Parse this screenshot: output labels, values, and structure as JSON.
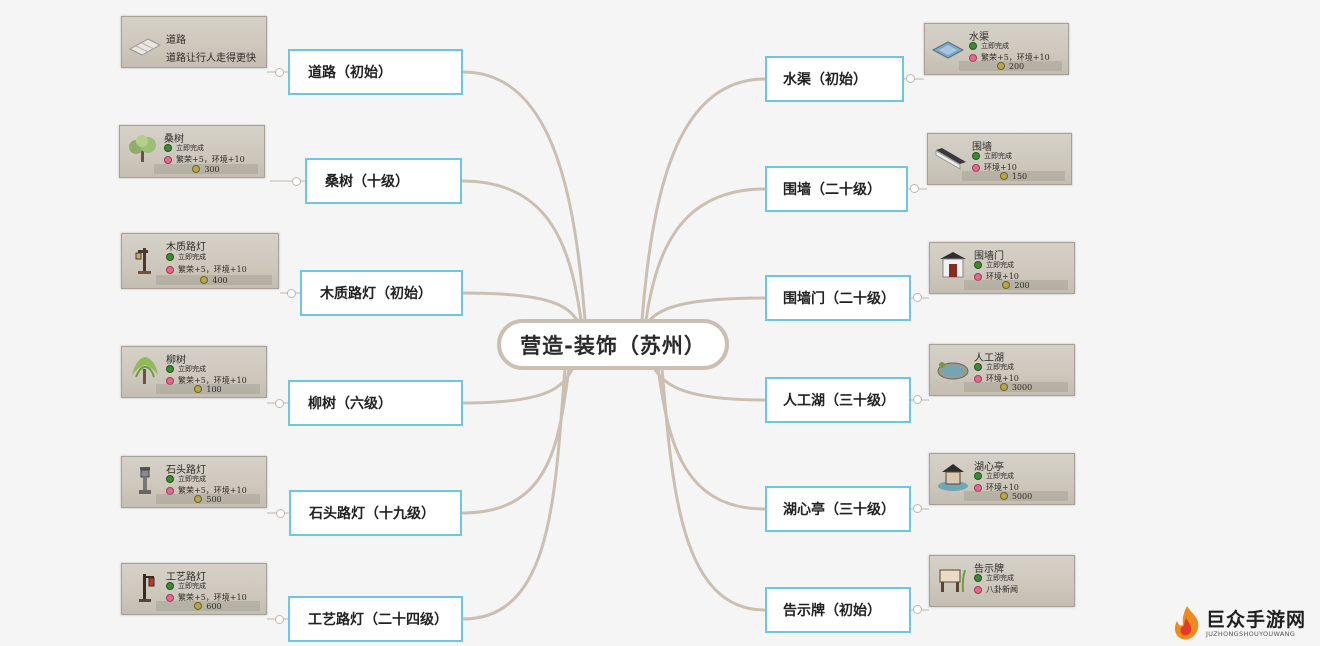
{
  "colors": {
    "link": "#cbbfb2",
    "node_border": "#6cc7e6",
    "center_border": "#cbbfb2"
  },
  "center": {
    "label": "营造-装饰（苏州）"
  },
  "left_nodes": [
    {
      "label": "道路（初始）",
      "card": {
        "title": "道路",
        "desc": "道路让行人走得更快"
      }
    },
    {
      "label": "桑树（十级）",
      "card": {
        "title": "桑树",
        "instant": "立即完成",
        "effect": "繁荣+5，环境+10",
        "cost": "300"
      }
    },
    {
      "label": "木质路灯（初始）",
      "card": {
        "title": "木质路灯",
        "instant": "立即完成",
        "effect": "繁荣+5，环境+10",
        "cost": "400"
      }
    },
    {
      "label": "柳树（六级）",
      "card": {
        "title": "柳树",
        "instant": "立即完成",
        "effect": "繁荣+5，环境+10",
        "cost": "100"
      }
    },
    {
      "label": "石头路灯（十九级）",
      "card": {
        "title": "石头路灯",
        "instant": "立即完成",
        "effect": "繁荣+5，环境+10",
        "cost": "500"
      }
    },
    {
      "label": "工艺路灯（二十四级）",
      "card": {
        "title": "工艺路灯",
        "instant": "立即完成",
        "effect": "繁荣+5，环境+10",
        "cost": "600"
      }
    }
  ],
  "right_nodes": [
    {
      "label": "水渠（初始）",
      "card": {
        "title": "水渠",
        "instant": "立即完成",
        "effect": "繁荣+5，环境+10",
        "cost": "200"
      }
    },
    {
      "label": "围墙（二十级）",
      "card": {
        "title": "围墙",
        "instant": "立即完成",
        "effect": "环境+10",
        "cost": "150"
      }
    },
    {
      "label": "围墙门（二十级）",
      "card": {
        "title": "围墙门",
        "instant": "立即完成",
        "effect": "环境+10",
        "cost": "200"
      }
    },
    {
      "label": "人工湖（三十级）",
      "card": {
        "title": "人工湖",
        "instant": "立即完成",
        "effect": "环境+10",
        "cost": "3000"
      }
    },
    {
      "label": "湖心亭（三十级）",
      "card": {
        "title": "湖心亭",
        "instant": "立即完成",
        "effect": "环境+10",
        "cost": "5000"
      }
    },
    {
      "label": "告示牌（初始）",
      "card": {
        "title": "告示牌",
        "instant": "立即完成",
        "effect": "八卦新闻"
      }
    }
  ],
  "watermark": {
    "brand": "巨众手游网",
    "url": "JUZHONGSHOUYOUWANG",
    "icon": "flame-logo-icon"
  }
}
